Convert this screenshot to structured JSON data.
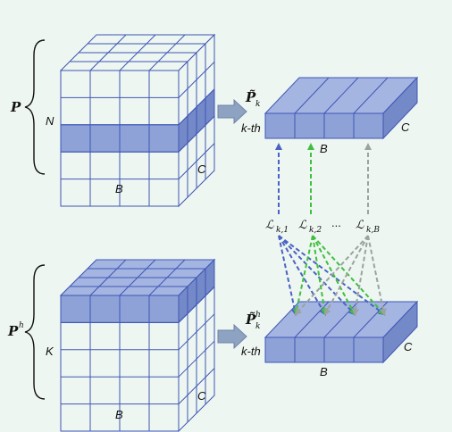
{
  "colors": {
    "background": "#eef6f1",
    "grid_line": "#3f56b5",
    "slice_fill": "#8ea2d8",
    "slice_top": "#a5b5e2",
    "slice_side": "#7489c8",
    "arrow_block": "#8ea3c2",
    "arrow_blue": "#4a62c4",
    "arrow_green": "#3fbf3f",
    "arrow_gray": "#9aa39d"
  },
  "top_tensor": {
    "name_symbol": "P",
    "row_label": "N",
    "bottom_label": "B",
    "depth_label": "C"
  },
  "bottom_tensor": {
    "name_symbol": "P",
    "name_sup": "h",
    "row_label": "K",
    "bottom_label": "B",
    "depth_label": "C"
  },
  "top_slice": {
    "name_symbol": "P̃",
    "name_sub": "k",
    "left_label": "k-th",
    "bottom_label": "B",
    "depth_label": "C"
  },
  "bottom_slice": {
    "name_symbol": "P̃",
    "name_sub": "k",
    "name_sup": "h",
    "left_label": "k-th",
    "bottom_label": "B",
    "depth_label": "C"
  },
  "losses": [
    {
      "symbol": "ℒ",
      "sub": "k,1"
    },
    {
      "symbol": "ℒ",
      "sub": "k,2"
    },
    {
      "symbol": "ℒ",
      "sub": "k,B"
    }
  ],
  "ellipsis": "..."
}
